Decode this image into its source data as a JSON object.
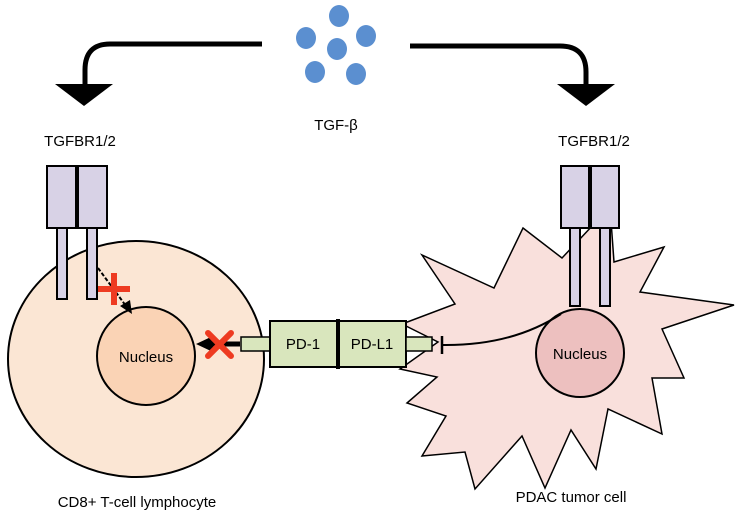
{
  "ligand": {
    "label": "TGF-β",
    "color": "#5b8fd0"
  },
  "tcell": {
    "receptor_label": "TGFBR1/2",
    "nucleus_label": "Nucleus",
    "caption": "CD8+ T-cell lymphocyte",
    "body_color": "#fbe6d4",
    "nucleus_color": "#fad3b5"
  },
  "tumor": {
    "receptor_label": "TGFBR1/2",
    "nucleus_label": "Nucleus",
    "caption": "PDAC tumor cell",
    "body_color": "#f9e0dc",
    "nucleus_color": "#edc0bf"
  },
  "checkpoint": {
    "pd1_label": "PD-1",
    "pdl1_label": "PD-L1",
    "box_color": "#d9e6bd"
  },
  "receptor_color": "#d8d2e6",
  "inhibition_color": "#ee3b21"
}
